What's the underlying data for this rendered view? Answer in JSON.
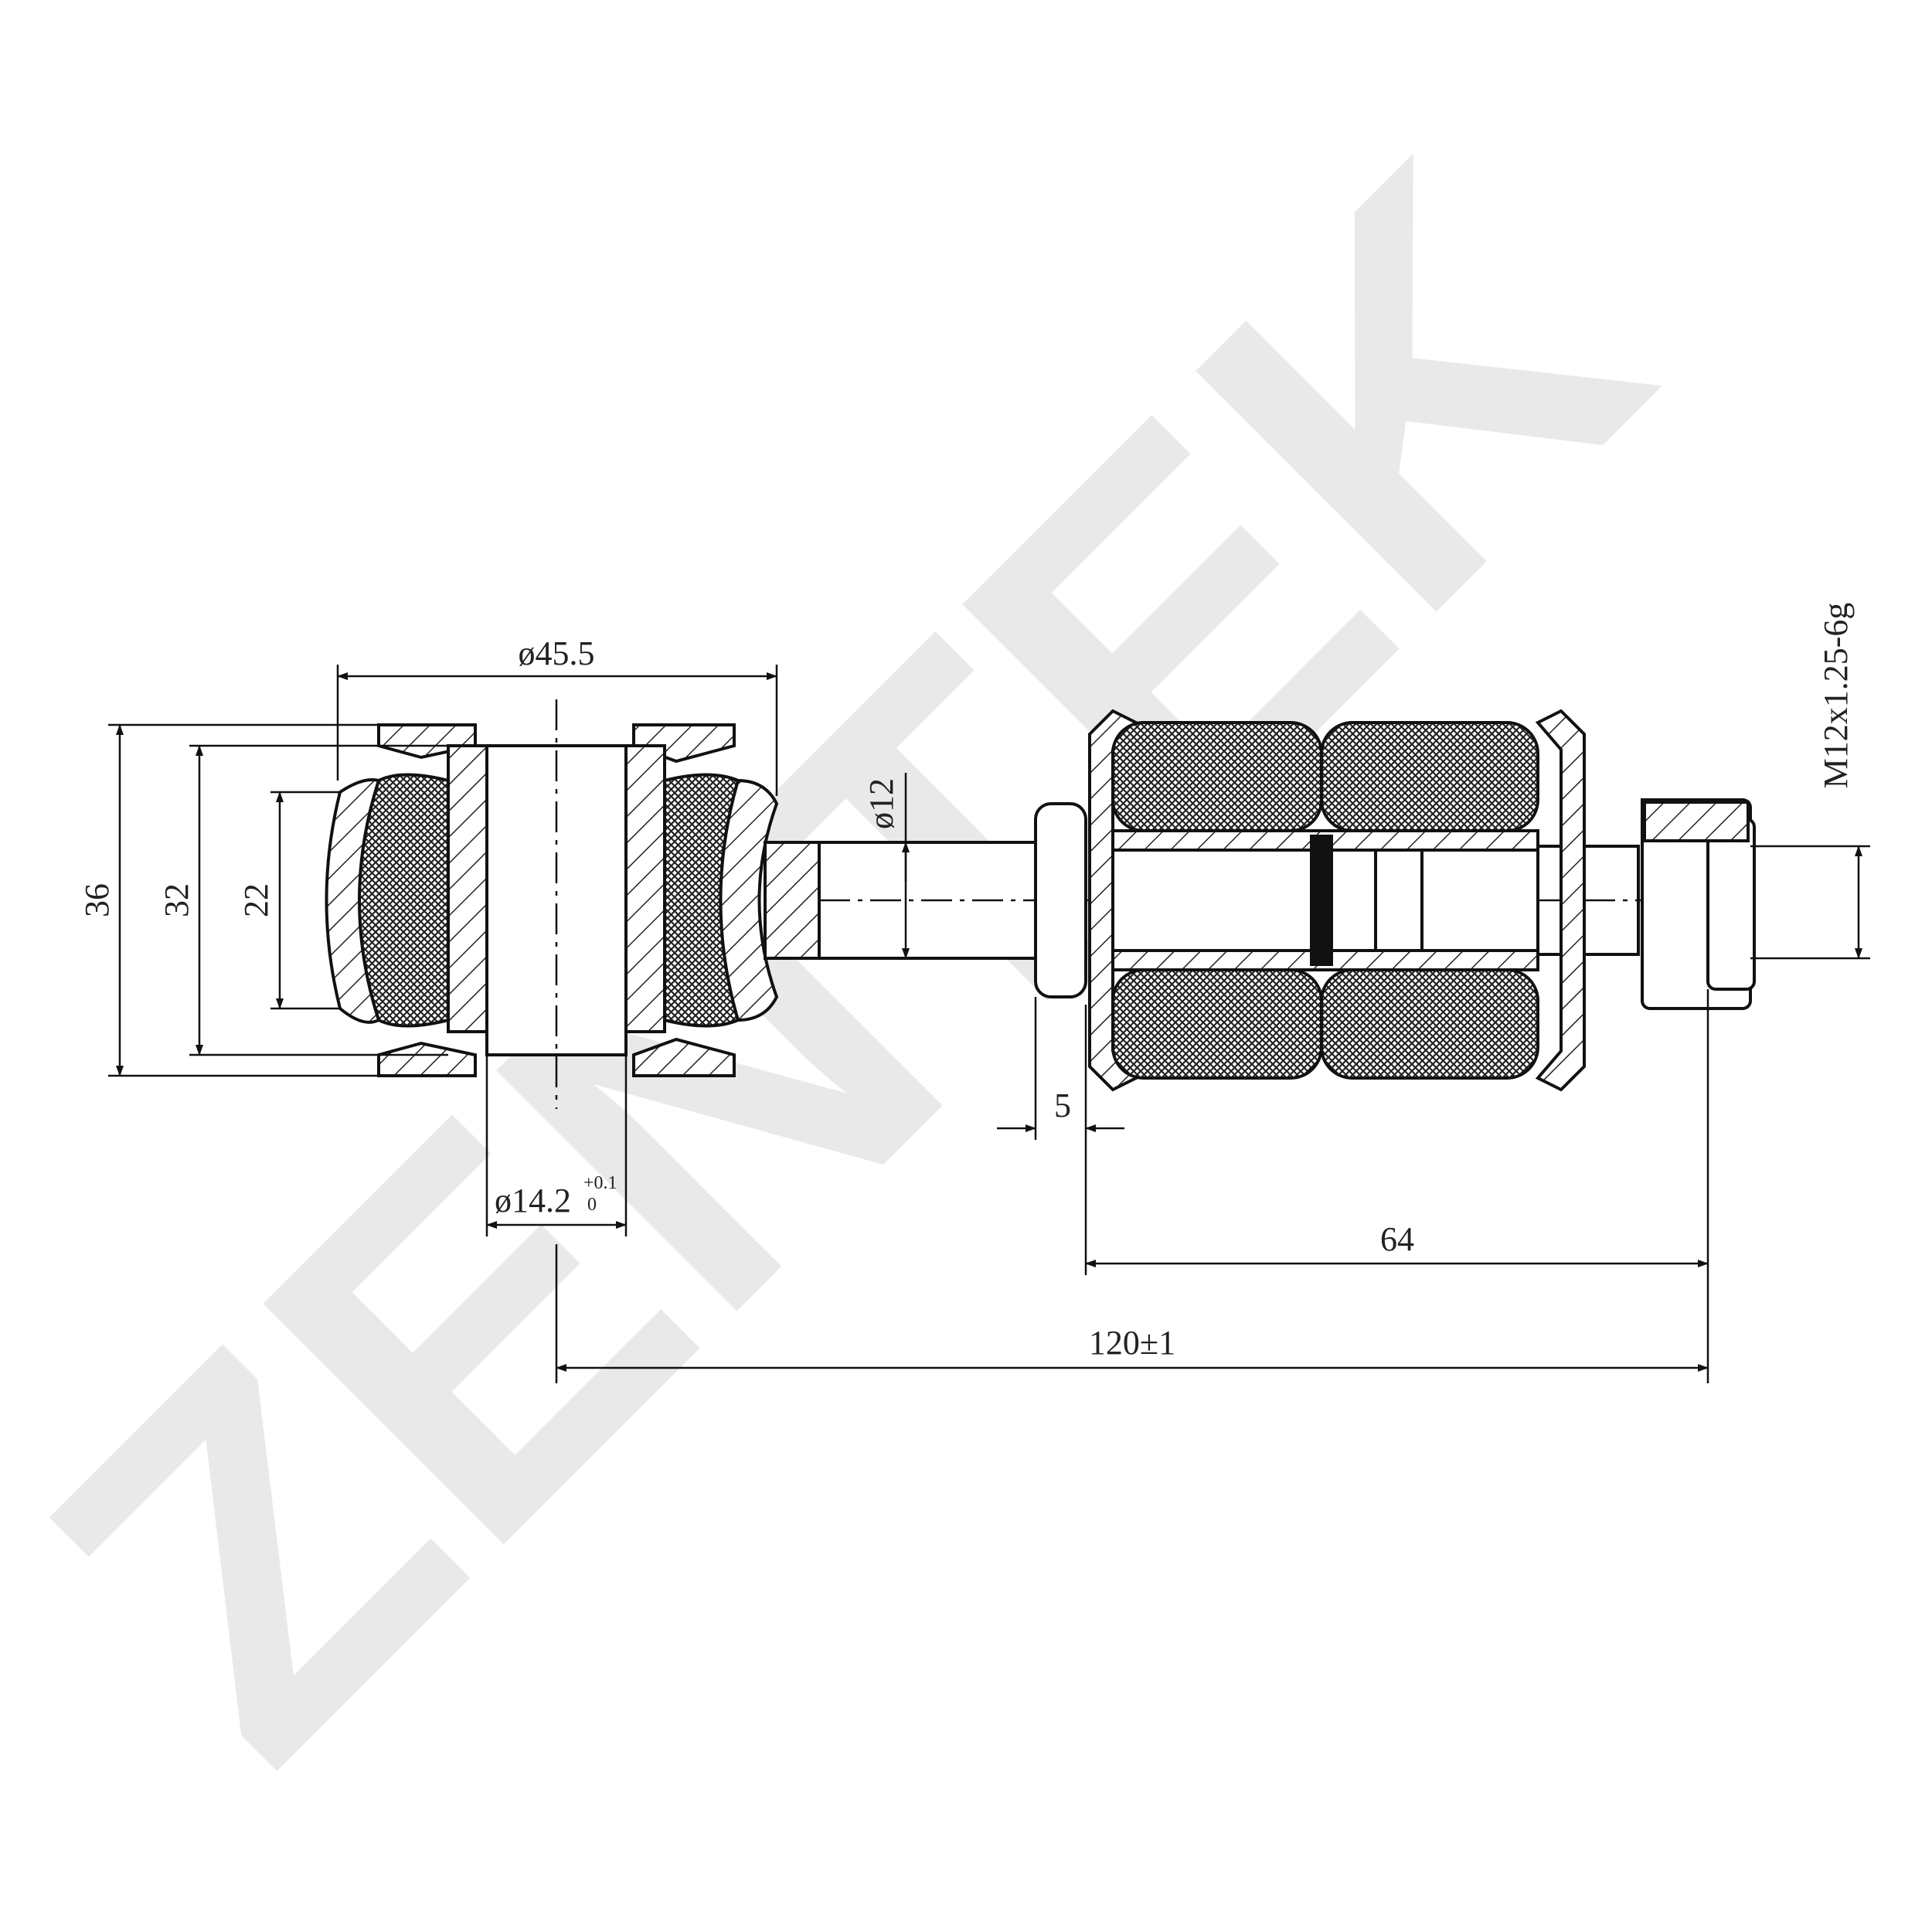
{
  "watermark": {
    "text": "ZENTEK"
  },
  "dimensions": {
    "d_outer": "ø45.5",
    "h_36": "36",
    "h_32": "32",
    "h_22": "22",
    "d_bore": "ø14.2",
    "d_bore_tol_upper": "+0.1",
    "d_bore_tol_lower": "0",
    "d_rod": "ø12",
    "l_5": "5",
    "l_64": "64",
    "l_120": "120±1",
    "thread": "M12x1.25-6g"
  }
}
